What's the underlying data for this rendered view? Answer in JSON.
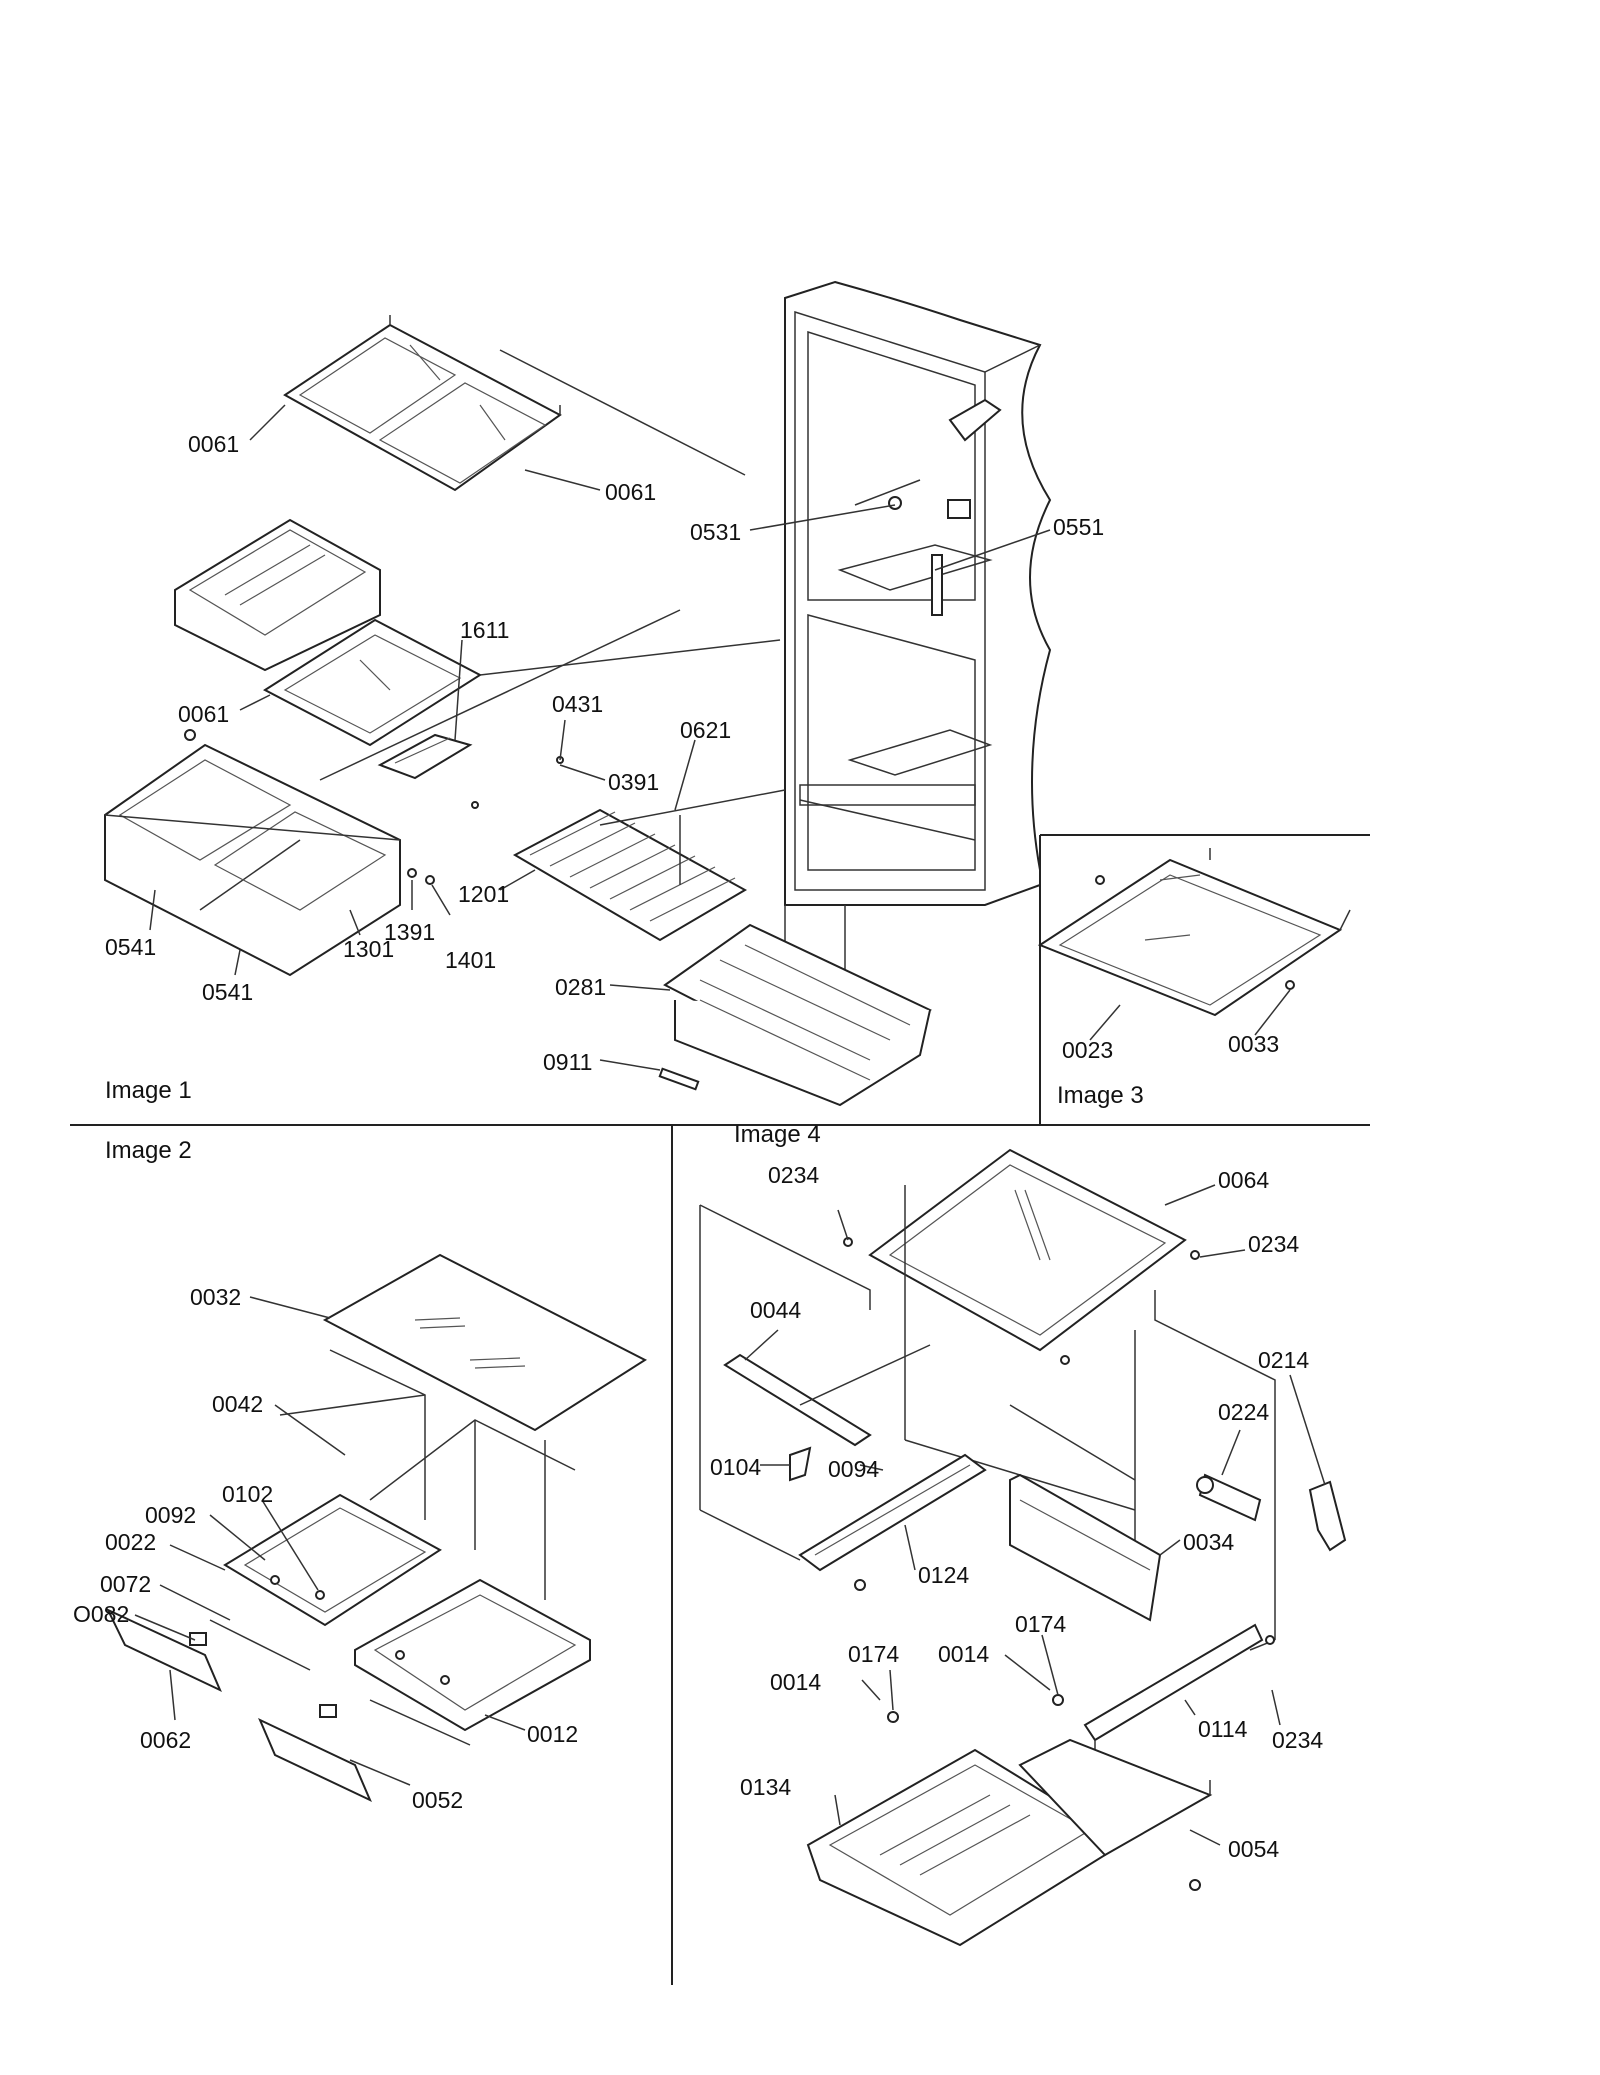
{
  "panels": {
    "image1": "Image 1",
    "image2": "Image 2",
    "image3": "Image 3",
    "image4": "Image 4"
  },
  "labels": {
    "p0061a": "0061",
    "p0061b": "0061",
    "p0061c": "0061",
    "p0531": "0531",
    "p0551": "0551",
    "p1611": "1611",
    "p0431": "0431",
    "p0391": "0391",
    "p0621": "0621",
    "p1201": "1201",
    "p1391": "1391",
    "p1401": "1401",
    "p1301": "1301",
    "p0541a": "0541",
    "p0541b": "0541",
    "p0281": "0281",
    "p0911": "0911",
    "p0023": "0023",
    "p0033": "0033",
    "p0032": "0032",
    "p0042": "0042",
    "p0092": "0092",
    "p0102": "0102",
    "p0022": "0022",
    "p0072": "0072",
    "p0082": "O082",
    "p0062": "0062",
    "p0052": "0052",
    "p0012": "0012",
    "p0234a": "0234",
    "p0064": "0064",
    "p0234b": "0234",
    "p0044": "0044",
    "p0214": "0214",
    "p0224": "0224",
    "p0104": "0104",
    "p0094": "0094",
    "p0034": "0034",
    "p0124": "0124",
    "p0174a": "0174",
    "p0174b": "0174",
    "p0014a": "0014",
    "p0014b": "0014",
    "p0114": "0114",
    "p0234c": "0234",
    "p0134": "0134",
    "p0054": "0054"
  }
}
